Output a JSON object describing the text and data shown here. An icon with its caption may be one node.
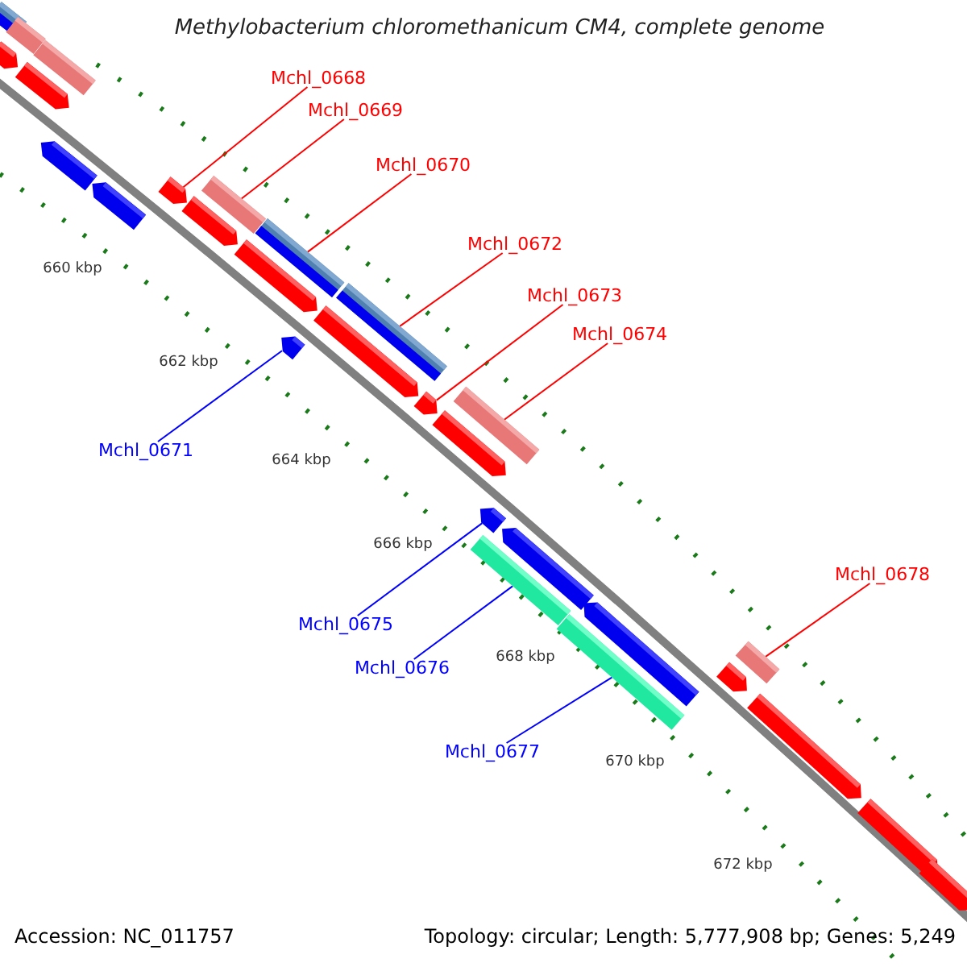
{
  "diagram": {
    "title": "Methylobacterium chloromethanicum CM4, complete genome",
    "nodes": [
      {
        "text": [
          "Mchl_0668"
        ]
      },
      {
        "text": [
          "Mchl_0669"
        ]
      },
      {
        "text": [
          "Mchl_0670"
        ]
      },
      {
        "text": [
          "Mchl_0671"
        ]
      },
      {
        "text": [
          "Mchl_0672"
        ]
      },
      {
        "text": [
          "Mchl_0673"
        ]
      },
      {
        "text": [
          "Mchl_0674"
        ]
      },
      {
        "text": [
          "Mchl_0675"
        ]
      },
      {
        "text": [
          "Mchl_0676"
        ]
      },
      {
        "text": [
          "Mchl_0677"
        ]
      },
      {
        "text": [
          "Mchl_0678"
        ]
      },
      {
        "text": [],
        "shape": "bar"
      },
      {
        "text": [],
        "shape": "bar"
      },
      {
        "text": [],
        "shape": "bar"
      },
      {
        "text": [],
        "shape": "bar"
      },
      {
        "text": [],
        "shape": "bar"
      },
      {
        "text": [],
        "shape": "bar"
      },
      {
        "text": [],
        "shape": "bar"
      },
      {
        "text": [],
        "shape": "bar"
      },
      {
        "text": [],
        "shape": "bar"
      },
      {
        "text": [],
        "shape": "bar"
      },
      {
        "text": [],
        "shape": "bar"
      },
      {
        "text": [],
        "shape": "bar"
      },
      {
        "text": [],
        "shape": "bar"
      },
      {
        "text": [],
        "shape": "bar"
      },
      {
        "text": [],
        "shape": "bar"
      },
      {
        "text": [],
        "shape": "bar"
      },
      {
        "text": [],
        "shape": "bar"
      },
      {
        "text": [],
        "shape": "bar"
      },
      {
        "text": [],
        "shape": "bar"
      },
      {
        "text": [],
        "shape": "bar"
      },
      {
        "text": [],
        "shape": "bar"
      },
      {
        "text": [],
        "shape": "bar"
      },
      {
        "text": [],
        "shape": "bar"
      },
      {
        "text": [],
        "shape": "bar"
      },
      {
        "text": [],
        "shape": "bar"
      },
      {
        "text": [],
        "shape": "bar"
      },
      {
        "text": [],
        "shape": "bar"
      },
      {
        "text": [],
        "shape": "bar"
      }
    ],
    "edges": [
      {
        "from": 0,
        "to": 11,
        "arrow": "none"
      },
      {
        "from": 1,
        "to": 12,
        "arrow": "none"
      },
      {
        "from": 2,
        "to": 13,
        "arrow": "none"
      },
      {
        "from": 3,
        "to": 14,
        "arrow": "none",
        "color": "#0000ff"
      },
      {
        "from": 4,
        "to": 15,
        "arrow": "none"
      },
      {
        "from": 5,
        "to": 16,
        "arrow": "none"
      },
      {
        "from": 6,
        "to": 17,
        "arrow": "none"
      },
      {
        "from": 7,
        "to": 18,
        "arrow": "none",
        "color": "#0000ff"
      },
      {
        "from": 8,
        "to": 19,
        "arrow": "none",
        "color": "#0000ff"
      },
      {
        "from": 9,
        "to": 20,
        "arrow": "none",
        "color": "#0000ff"
      },
      {
        "from": 10,
        "to": 21,
        "arrow": "none"
      }
    ],
    "labels": [
      "660 kbp",
      "662 kbp",
      "664 kbp",
      "666 kbp",
      "668 kbp",
      "670 kbp",
      "672 kbp",
      "Accession: NC_011757",
      "Topology: circular; Length: 5,777,908 bp; Genes: 5,249"
    ]
  }
}
